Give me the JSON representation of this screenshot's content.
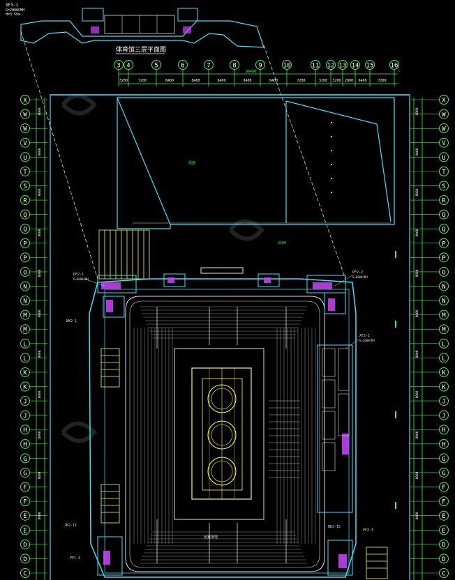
{
  "drawing": {
    "inset_title": "体育馆三层平面图",
    "inset_top_label": "XF3-1",
    "inset_top_sub": "G=2000CMH",
    "inset_top_sub2": "H=3.5kw"
  },
  "axes_top": [
    "3",
    "4",
    "5",
    "6",
    "7",
    "8",
    "9",
    "10",
    "11",
    "12",
    "13",
    "14",
    "15",
    "16"
  ],
  "axes_top_overall": "86400",
  "axes_top_dims": [
    "3200",
    "7200",
    "8400",
    "8400",
    "8400",
    "8400",
    "8400",
    "7200",
    "3200",
    "3200",
    "2800",
    "6400",
    "7200"
  ],
  "axes_side": [
    "X",
    "W",
    "V",
    "U",
    "T",
    "S",
    "R",
    "Q",
    "P",
    "O",
    "N",
    "M",
    "L",
    "K",
    "J",
    "H",
    "G",
    "F",
    "E",
    "D",
    "C"
  ],
  "axes_side_primes": [
    "W",
    "Q",
    "P",
    "N",
    "M",
    "L",
    "K",
    "J",
    "H",
    "G",
    "F",
    "E",
    "D"
  ],
  "side_dims": [
    "8000",
    "8000",
    "8000",
    "8000",
    "8000",
    "8000",
    "8000",
    "8000",
    "8000",
    "8000",
    "8000"
  ],
  "equipment": {
    "pf2_1": "PF2-1",
    "pf2_1_sub": "G=6000CMH",
    "pf2_2": "PF2-2",
    "pf2_2_sub": "G=6000CMH",
    "xf2_1": "XF2-1",
    "xf2_1_sub": "G=2000CMH",
    "pf2_3": "PF2-3",
    "pf1_4": "PF1-4",
    "jk2_11": "JK2-11",
    "dk2_15": "DK2-15",
    "bk2_1": "BK2-1"
  },
  "labels": {
    "hall_area": "3100",
    "roof_area": "屋面",
    "court": "比赛场地"
  },
  "colors": {
    "green_axis": "#33ff33",
    "cyan_wall": "#33e6ff",
    "yellow_wall": "#ffff33",
    "white_line": "#dddddd",
    "magenta_equip": "#cc44ff",
    "watermark": "#6a6a6a"
  }
}
